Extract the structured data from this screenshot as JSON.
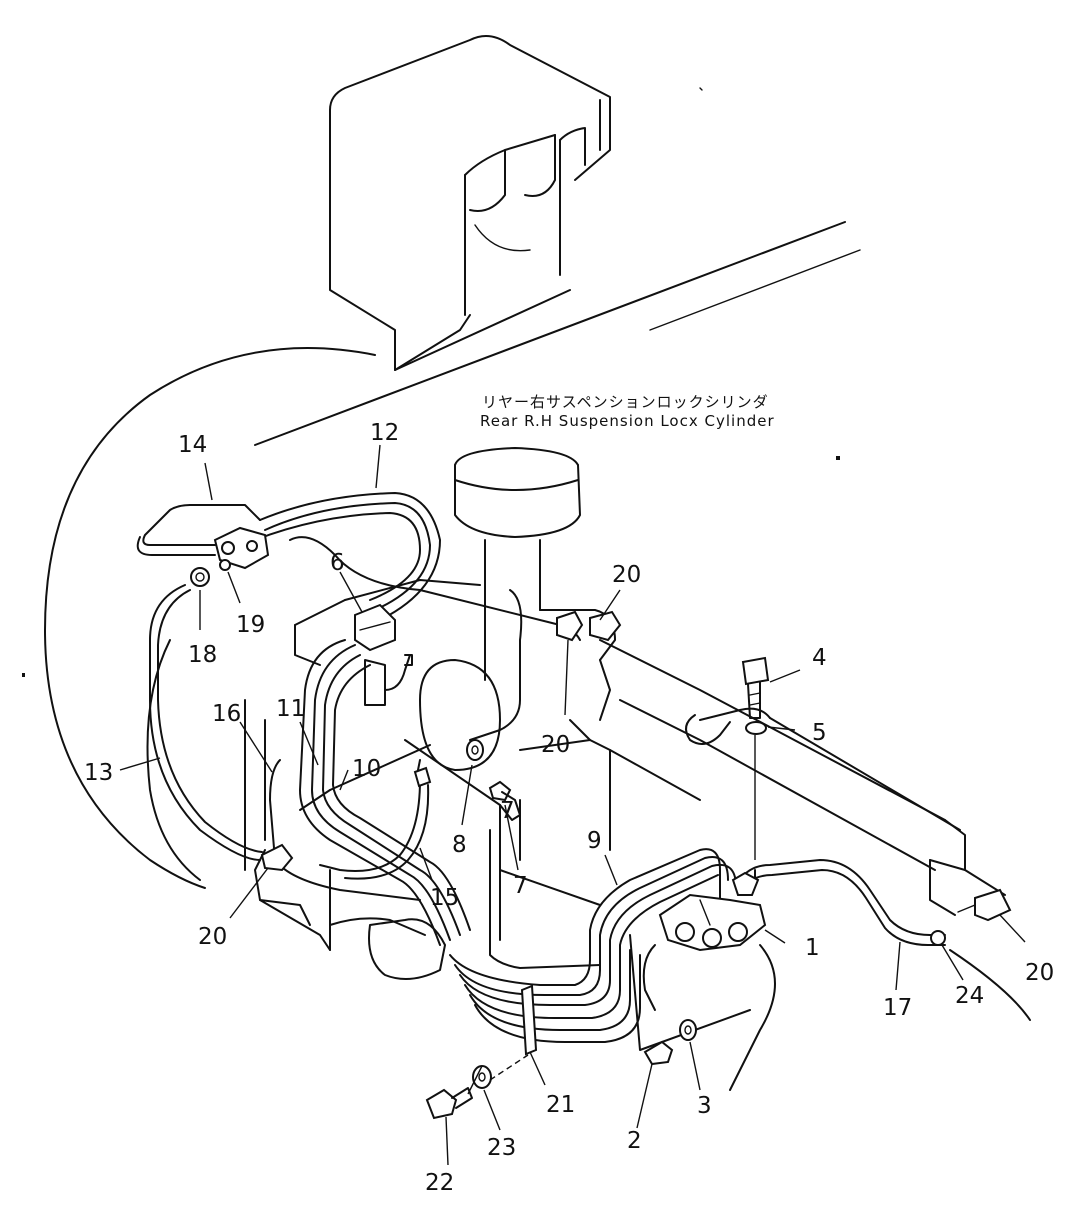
{
  "annotation": {
    "japanese": "リヤー右サスペンションロックシリンダ",
    "english": "Rear R.H Suspension Locx Cylinder"
  },
  "part_labels": {
    "p1": "1",
    "p2": "2",
    "p3": "3",
    "p4": "4",
    "p5": "5",
    "p6": "6",
    "p7a": "7",
    "p7b": "7",
    "p8": "8",
    "p9": "9",
    "p10": "10",
    "p11": "11",
    "p12": "12",
    "p13": "13",
    "p14": "14",
    "p15": "15",
    "p16": "16",
    "p17": "17",
    "p18": "18",
    "p19": "19",
    "p20a": "20",
    "p20b": "20",
    "p20c": "20",
    "p20d": "20",
    "p21": "21",
    "p22": "22",
    "p23": "23",
    "p24": "24"
  }
}
